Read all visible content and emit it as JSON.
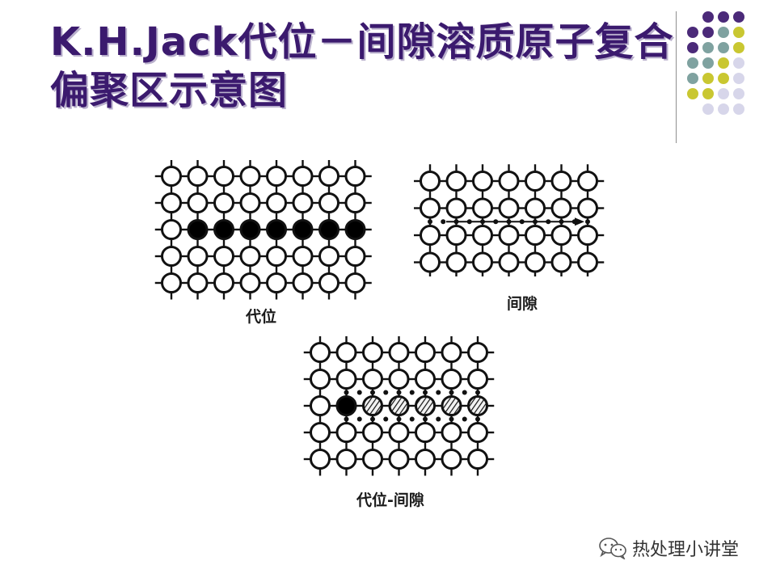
{
  "slide": {
    "title": "K.H.Jack代位－间隙溶质原子复合偏聚区示意图"
  },
  "decoration": {
    "dot_colors": {
      "purple": "#4b2a79",
      "teal": "#7fa2a0",
      "yellow": "#c9c731",
      "lavender": "#d7d6ea"
    },
    "dot_rows": [
      [
        "purple",
        "purple",
        "purple"
      ],
      [
        "purple",
        "purple",
        "teal",
        "yellow"
      ],
      [
        "purple",
        "teal",
        "teal",
        "yellow"
      ],
      [
        "teal",
        "teal",
        "yellow",
        "lavender"
      ],
      [
        "teal",
        "yellow",
        "yellow",
        "lavender"
      ],
      [
        "yellow",
        "yellow",
        "lavender",
        "lavender"
      ],
      [
        "lavender",
        "lavender",
        "lavender"
      ]
    ]
  },
  "diagrams": [
    {
      "id": "substitutional",
      "caption": "代位",
      "columns": 8,
      "rows": 5,
      "filled_row": 2,
      "filled_columns": [
        1,
        2,
        3,
        4,
        5,
        6,
        7
      ],
      "striped_columns": [],
      "interstitial_rows": [],
      "has_arrow": false,
      "tick_color": "#111111"
    },
    {
      "id": "interstitial",
      "caption": "间隙",
      "columns": 7,
      "rows": 4,
      "filled_row": null,
      "filled_columns": [],
      "striped_columns": [],
      "interstitial_rows": [
        1.5
      ],
      "has_arrow": true,
      "tick_color": "#111111"
    },
    {
      "id": "combined",
      "caption": "代位-间隙",
      "columns": 7,
      "rows": 5,
      "filled_row": 2,
      "filled_columns": [
        1
      ],
      "striped_columns": [
        2,
        3,
        4,
        5,
        6
      ],
      "interstitial_rows": [
        1.5,
        2.5
      ],
      "has_arrow": false,
      "tick_color": "#111111"
    }
  ],
  "watermark": {
    "text": "热处理小讲堂",
    "icon": "wechat-icon"
  }
}
